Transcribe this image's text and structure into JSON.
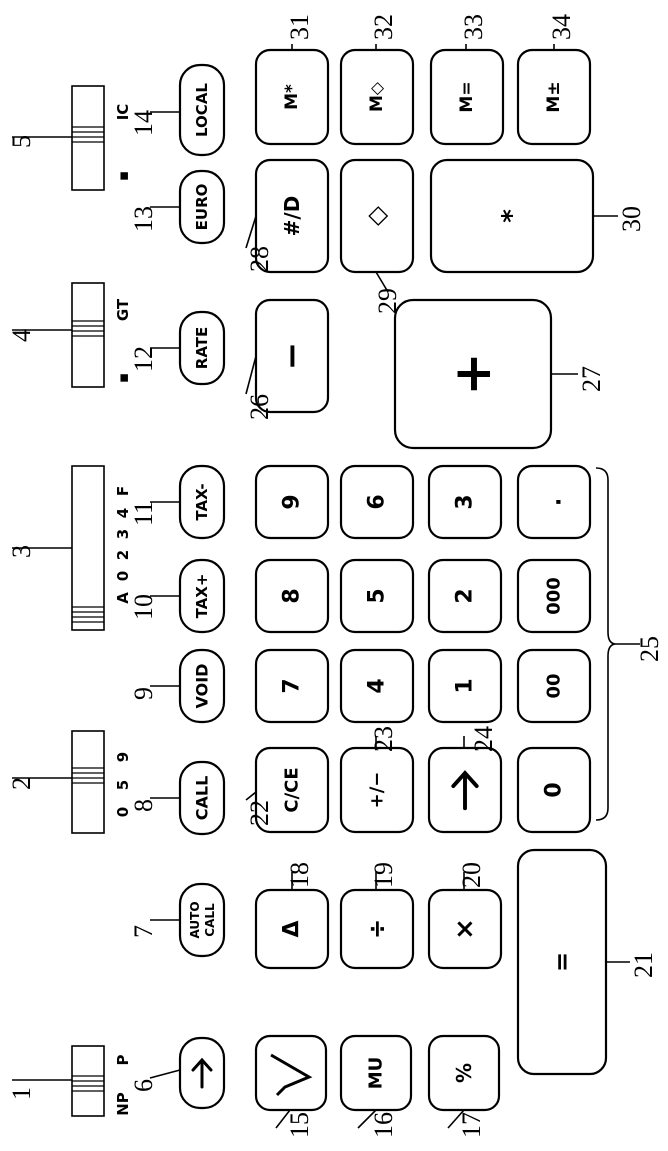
{
  "diagram": {
    "rotation": "-90",
    "switches": [
      {
        "id": 1,
        "callout": "1",
        "positions": [
          "NP",
          "P"
        ]
      },
      {
        "id": 2,
        "callout": "2",
        "positions": [
          "0",
          "5",
          "9"
        ]
      },
      {
        "id": 3,
        "callout": "3",
        "positions": [
          "A",
          "0",
          "2",
          "3",
          "4",
          "F"
        ]
      },
      {
        "id": 4,
        "callout": "4",
        "positions": [
          "▪",
          "GT"
        ]
      },
      {
        "id": 5,
        "callout": "5",
        "positions": [
          "▪",
          "IC"
        ]
      }
    ],
    "keys": [
      {
        "id": "k6",
        "callout": "6",
        "label": "↑",
        "type": "icon",
        "icon": "paper-feed-arrow-icon"
      },
      {
        "id": "k7",
        "callout": "7",
        "label_lines": [
          "AUTO",
          "CALL"
        ],
        "type": "text2"
      },
      {
        "id": "k8",
        "callout": "8",
        "label": "CALL",
        "type": "text"
      },
      {
        "id": "k9",
        "callout": "9",
        "label": "VOID",
        "type": "text"
      },
      {
        "id": "k10",
        "callout": "10",
        "label": "TAX+",
        "type": "text"
      },
      {
        "id": "k11",
        "callout": "11",
        "label": "TAX-",
        "type": "text"
      },
      {
        "id": "k12",
        "callout": "12",
        "label": "RATE",
        "type": "text"
      },
      {
        "id": "k13",
        "callout": "13",
        "label": "EURO",
        "type": "text"
      },
      {
        "id": "k14",
        "callout": "14",
        "label": "LOCAL",
        "type": "text"
      },
      {
        "id": "k15",
        "callout": "15",
        "label": "√",
        "type": "icon",
        "icon": "square-root-icon"
      },
      {
        "id": "k16",
        "callout": "16",
        "label": "MU",
        "type": "text"
      },
      {
        "id": "k17",
        "callout": "17",
        "label": "%",
        "type": "text"
      },
      {
        "id": "k18",
        "callout": "18",
        "label": "Δ",
        "type": "text"
      },
      {
        "id": "k19",
        "callout": "19",
        "label": "÷",
        "type": "text"
      },
      {
        "id": "k20",
        "callout": "20",
        "label": "×",
        "type": "text"
      },
      {
        "id": "k21",
        "callout": "21",
        "label": "=",
        "type": "text"
      },
      {
        "id": "k22",
        "callout": "22",
        "label": "C/CE",
        "type": "text"
      },
      {
        "id": "k23",
        "callout": "23",
        "label": "+/−",
        "type": "text"
      },
      {
        "id": "k24",
        "callout": "24",
        "label": "↑",
        "type": "icon",
        "icon": "shift-arrow-icon"
      },
      {
        "id": "k26",
        "callout": "26",
        "label": "−",
        "type": "text"
      },
      {
        "id": "k27",
        "callout": "27",
        "label": "+",
        "type": "text"
      },
      {
        "id": "k28",
        "callout": "28",
        "label": "#/D",
        "type": "text"
      },
      {
        "id": "k29",
        "callout": "29",
        "label": "◇",
        "type": "text"
      },
      {
        "id": "k30",
        "callout": "30",
        "label": "*",
        "type": "text"
      },
      {
        "id": "k31",
        "callout": "31",
        "label": "M*",
        "type": "text"
      },
      {
        "id": "k32",
        "callout": "32",
        "label": "M◇",
        "type": "text"
      },
      {
        "id": "k33",
        "callout": "33",
        "label": "M=",
        "type": "text"
      },
      {
        "id": "k34",
        "callout": "34",
        "label": "M±",
        "type": "text"
      }
    ],
    "digit_keys": {
      "callout": "25",
      "labels": [
        "7",
        "8",
        "9",
        "4",
        "5",
        "6",
        "1",
        "2",
        "3",
        "0",
        "00",
        "000",
        "."
      ]
    }
  }
}
